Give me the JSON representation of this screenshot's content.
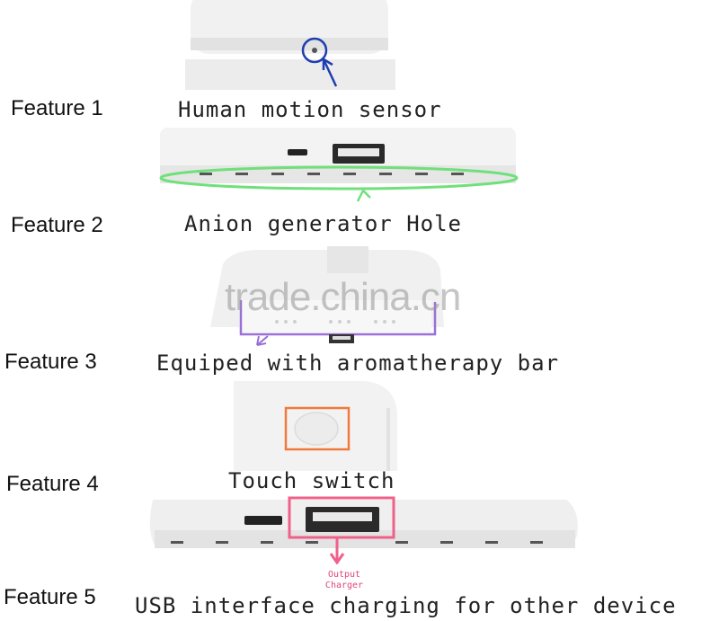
{
  "features": [
    {
      "label": "Feature 1",
      "caption": "Human motion sensor"
    },
    {
      "label": "Feature 2",
      "caption": "Anion generator Hole"
    },
    {
      "label": "Feature 3",
      "caption": "Equiped with aromatherapy bar"
    },
    {
      "label": "Feature 4",
      "caption": "Touch switch"
    },
    {
      "label": "Feature 5",
      "caption": "USB interface charging for other device"
    }
  ],
  "watermark": "trade.china.cn",
  "output_label": {
    "line1": "Output",
    "line2": "Charger"
  },
  "colors": {
    "sensor_circle": "#1f3fb0",
    "anion_outline": "#6fe07a",
    "aroma_outline": "#9b6fd8",
    "touch_outline": "#f07a3e",
    "usb_outline": "#f0608a"
  }
}
